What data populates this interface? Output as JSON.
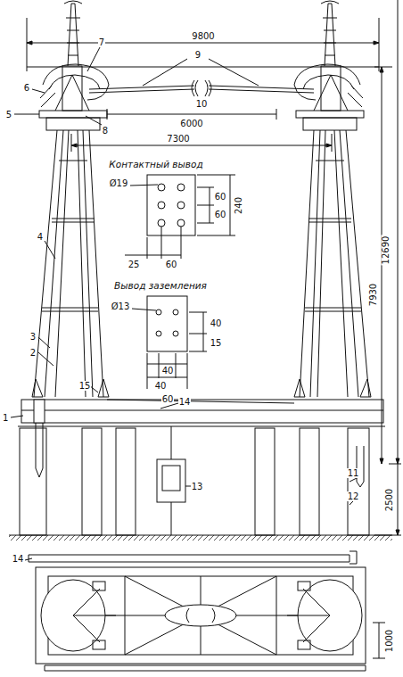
{
  "diagram": {
    "labels": [
      "9800",
      "12690",
      "7930",
      "2500",
      "7",
      "6",
      "5",
      "8",
      "9",
      "10",
      "6000",
      "7300",
      "4",
      "3",
      "2",
      "Контактный вывод",
      "Ø19",
      "60",
      "60",
      "240",
      "25",
      "60",
      "Вывод заземления",
      "Ø13",
      "40",
      "40",
      "15",
      "40",
      "60",
      "15",
      "14",
      "1",
      "11",
      "12",
      "13",
      "14",
      "1000"
    ]
  }
}
